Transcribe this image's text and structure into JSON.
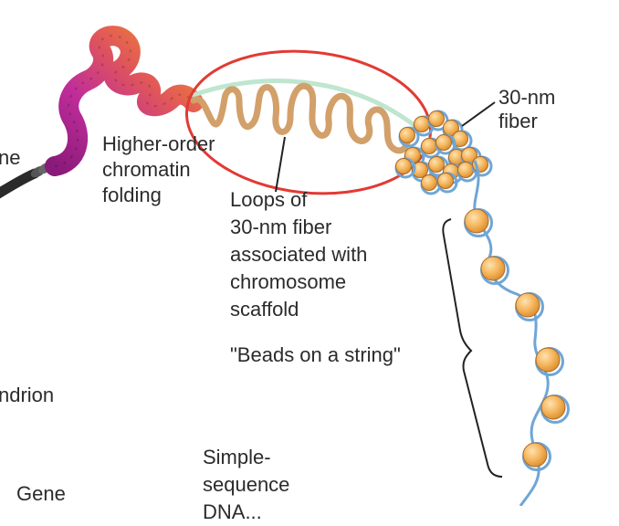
{
  "labels": {
    "fiber_30nm": [
      "30-nm",
      "fiber"
    ],
    "higher_order": [
      "Higher-order",
      "chromatin",
      "folding"
    ],
    "loops": [
      "Loops of",
      "30-nm fiber",
      "associated with",
      "chromosome",
      "scaffold"
    ],
    "beads": "\"Beads on a string\"",
    "left_cut_top": "ne",
    "left_cut_mid": "ndrion",
    "left_cut_bottom": "Gene",
    "simple_sequence": [
      "Simple-",
      "sequence",
      "DNA..."
    ]
  },
  "colors": {
    "loop": "#d2a06a",
    "scaffold": "#bfe6cf",
    "bead_fill": "#f2b45a",
    "bead_stroke": "#a86a2a",
    "dna": "#6fa6d6",
    "circle_highlight": "#e23a33",
    "leader_line": "#222222",
    "magenta": "#b0259a",
    "orange": "#f08a2c",
    "dark_fiber": "#2a2a2a"
  }
}
